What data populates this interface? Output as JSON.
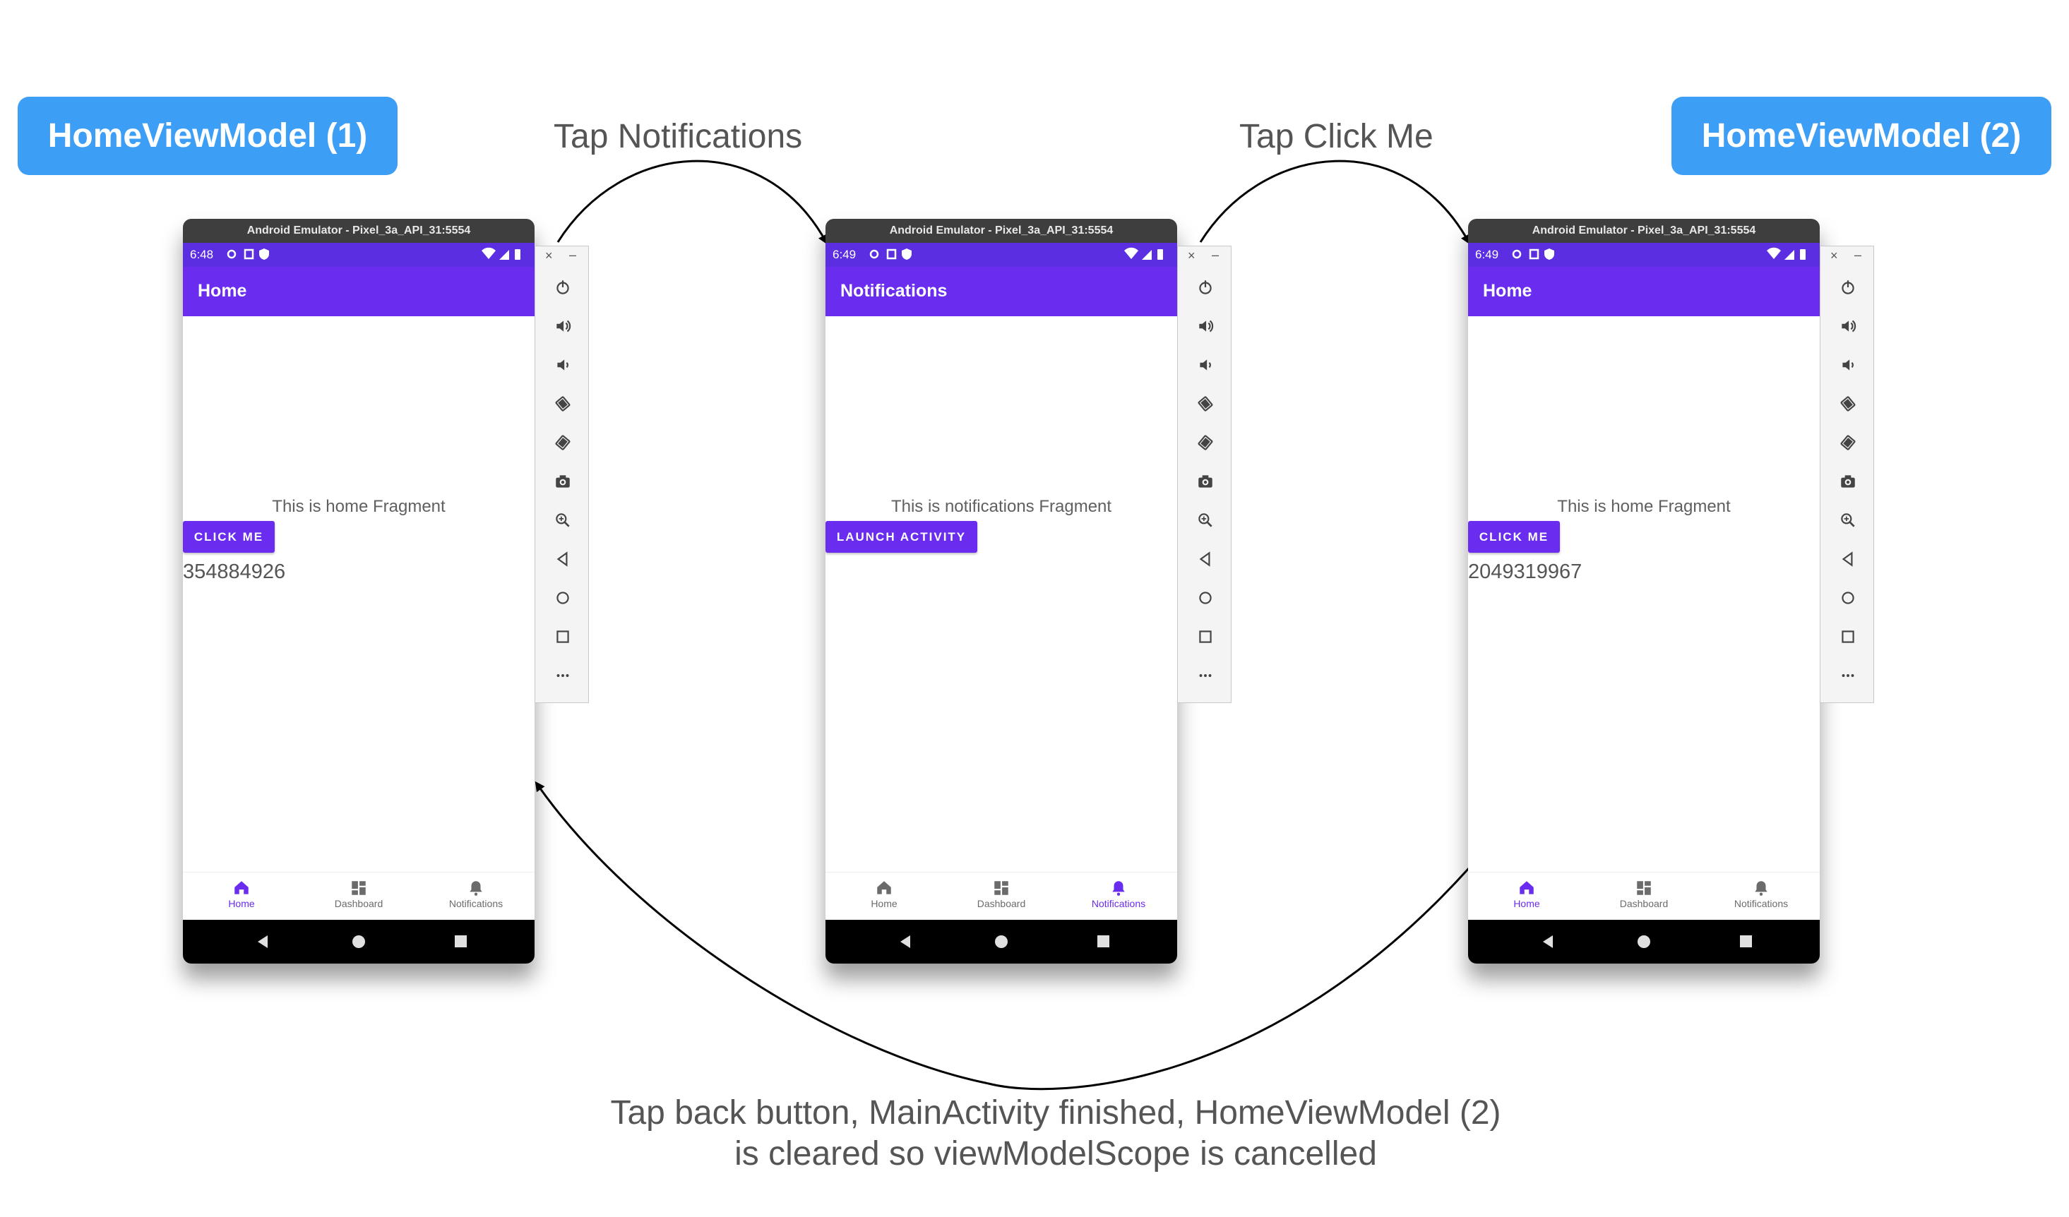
{
  "badges": {
    "left": "HomeViewModel (1)",
    "right": "HomeViewModel (2)"
  },
  "captions": {
    "tap_notifications": "Tap Notifications",
    "tap_click_me": "Tap Click Me",
    "bottom_line1": "Tap back button, MainActivity finished, HomeViewModel (2)",
    "bottom_line2": "is cleared so viewModelScope is cancelled"
  },
  "colors": {
    "badge": "#3d9ef5",
    "app_primary": "#6a2cee",
    "status_bar": "#5b2fe1",
    "caption_text": "#555555"
  },
  "phones": [
    {
      "window_title": "Android Emulator - Pixel_3a_API_31:5554",
      "time": "6:48",
      "app_title": "Home",
      "fragment_text": "This is home Fragment",
      "button_label": "CLICK ME",
      "number": "354884926",
      "nav": [
        "Home",
        "Dashboard",
        "Notifications"
      ],
      "active_tab": "Home"
    },
    {
      "window_title": "Android Emulator - Pixel_3a_API_31:5554",
      "time": "6:49",
      "app_title": "Notifications",
      "fragment_text": "This is notifications Fragment",
      "button_label": "LAUNCH ACTIVITY",
      "number": "",
      "nav": [
        "Home",
        "Dashboard",
        "Notifications"
      ],
      "active_tab": "Notifications"
    },
    {
      "window_title": "Android Emulator - Pixel_3a_API_31:5554",
      "time": "6:49",
      "app_title": "Home",
      "fragment_text": "This is home Fragment",
      "button_label": "CLICK ME",
      "number": "2049319967",
      "nav": [
        "Home",
        "Dashboard",
        "Notifications"
      ],
      "active_tab": "Home"
    }
  ],
  "emulator_toolbar": [
    "power-icon",
    "volume-up-icon",
    "volume-down-icon",
    "rotate-left-icon",
    "rotate-right-icon",
    "camera-icon",
    "zoom-icon",
    "back-icon",
    "home-icon",
    "overview-icon",
    "more-icon"
  ]
}
